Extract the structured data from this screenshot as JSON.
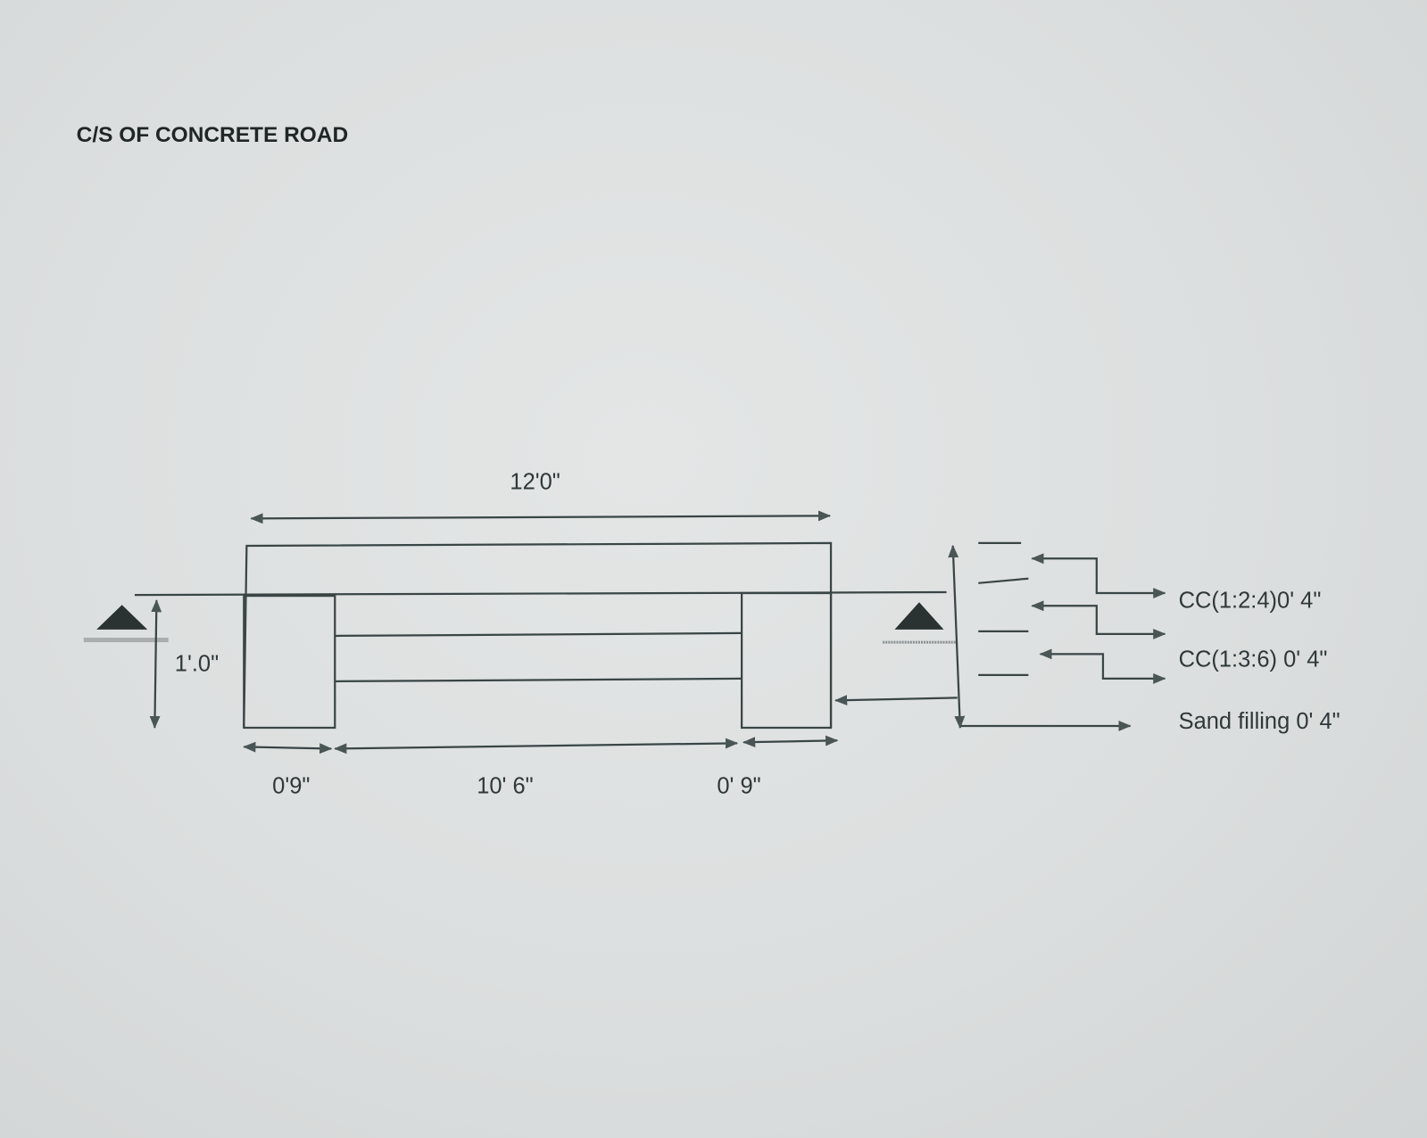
{
  "title": "C/S OF CONCRETE ROAD",
  "dimensions": {
    "overall_width": "12'0\"",
    "depth": "1'.0\"",
    "left_edge": "0'9\"",
    "carriageway": "10' 6\"",
    "right_edge": "0' 9\""
  },
  "layers": [
    {
      "label": "CC(1:2:4)0' 4\""
    },
    {
      "label": "CC(1:3:6) 0' 4\""
    },
    {
      "label": "Sand filling 0' 4\""
    }
  ],
  "colors": {
    "ink": "#3a4545",
    "paper": "#dcdfdf"
  }
}
